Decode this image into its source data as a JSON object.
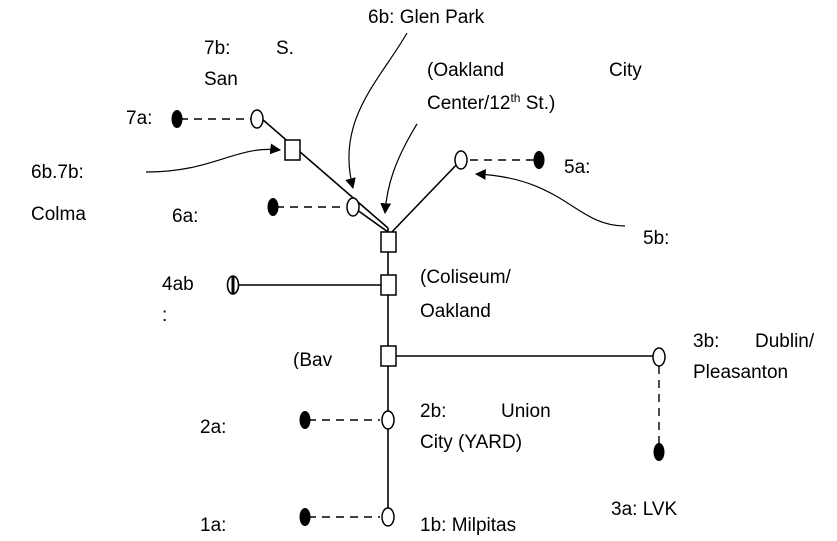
{
  "labels": {
    "l7b_a": "7b:",
    "l7b_b": "S.",
    "l7b_c": "San",
    "l6b_top": "6b: Glen Park",
    "oak_1a": "(Oakland",
    "oak_1b": "City",
    "oak_2a": "Center/12",
    "oak_2sup": "th",
    "oak_2b": " St.)",
    "l7a": "7a:",
    "l6b7b": "6b.7b:",
    "colma": "Colma",
    "l6a": "6a:",
    "l5a": "5a:",
    "l5b": "5b:",
    "l4ab_a": "4ab",
    "l4ab_b": ":",
    "col_1": "(Coliseum/",
    "col_2": "Oakland",
    "bay": "(Bav",
    "l3b_a": "3b:",
    "l3b_b": "Dublin/",
    "l3b_c": "Pleasanton",
    "l2a": "2a:",
    "l2b_a": "2b:",
    "l2b_b": "Union",
    "l2b_c": "City (YARD)",
    "l3a": "3a: LVK",
    "l1a": "1a:",
    "l1b": "1b: Milpitas"
  }
}
